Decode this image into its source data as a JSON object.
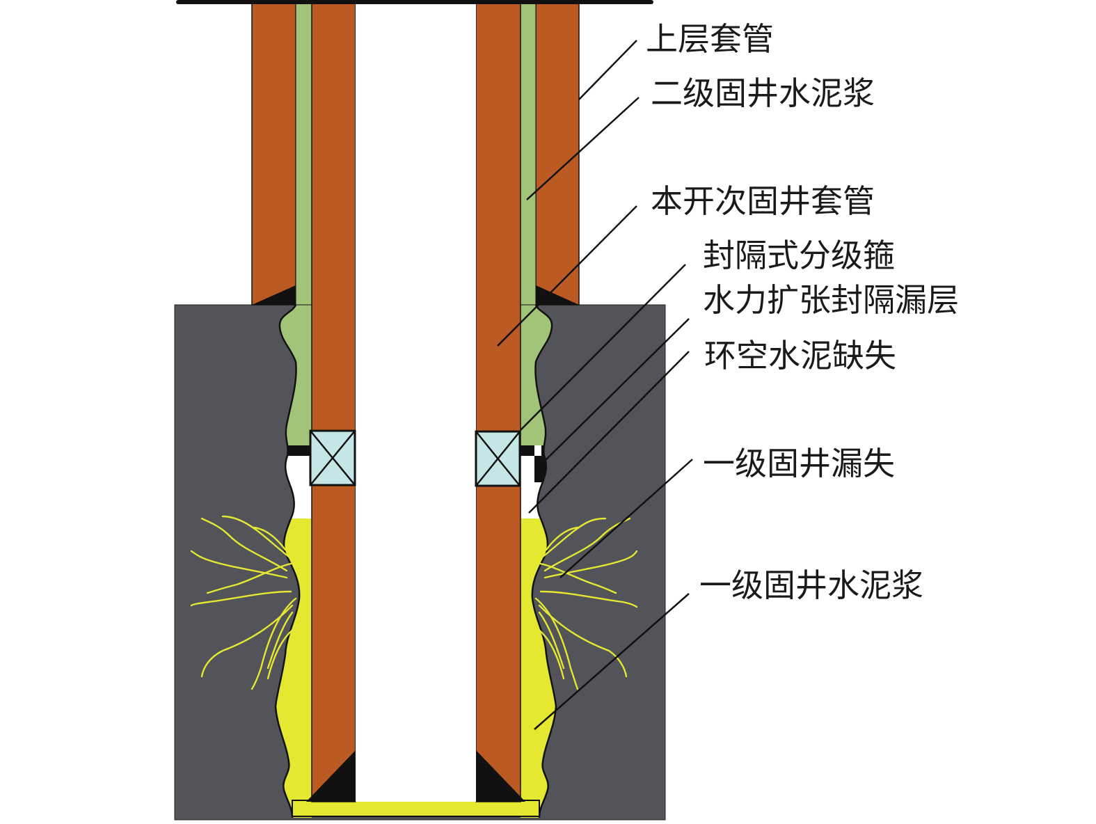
{
  "labels": {
    "upper_casing": "上层套管",
    "second_stage_cement": "二级固井水泥浆",
    "current_casing": "本开次固井套管",
    "packer_stage_collar": "封隔式分级箍",
    "hydraulic_packer": "水力扩张封隔漏层",
    "annular_cement_missing": "环空水泥缺失",
    "first_stage_loss": "一级固井漏失",
    "first_stage_cement": "一级固井水泥浆"
  },
  "colors": {
    "casing": "#bc5a23",
    "second_stage_cement": "#a2c478",
    "first_stage_cement": "#e4e831",
    "formation": "#525459",
    "packer": "#c5e6e7"
  }
}
